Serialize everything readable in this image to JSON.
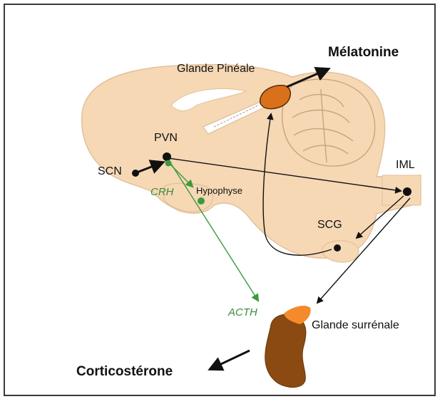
{
  "labels": {
    "melatonine": "Mélatonine",
    "glande_pineale": "Glande Pinéale",
    "pvn": "PVN",
    "scn": "SCN",
    "crh": "CRH",
    "hypophyse": "Hypophyse",
    "iml": "IML",
    "scg": "SCG",
    "acth": "ACTH",
    "glande_surrenale": "Glande surrénale",
    "corticosterone": "Corticostérone"
  },
  "colors": {
    "brain": "#f6d8b5",
    "brain_outline": "#e3c09a",
    "pineal": "#d9711c",
    "adrenal_cortex": "#8a4a12",
    "adrenal_top": "#f58a2a",
    "pathway_green": "#3c9a3c",
    "pathway_black": "#111111",
    "cerebellum_line": "#c9a47d"
  }
}
